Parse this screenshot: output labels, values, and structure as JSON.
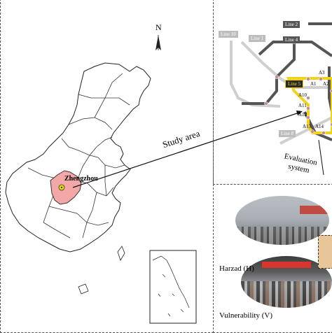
{
  "map": {
    "north_label": "N",
    "city_label": "Zhengzhou",
    "study_area_label": "Study area"
  },
  "metro": {
    "lines": [
      {
        "label": "Line 10",
        "style": "light"
      },
      {
        "label": "Line 1",
        "style": "light"
      },
      {
        "label": "Line 2",
        "style": "dark"
      },
      {
        "label": "Line 4",
        "style": "dark"
      },
      {
        "label": "Line 5",
        "style": "yellow"
      },
      {
        "label": "Line 8",
        "style": "light"
      }
    ],
    "stations": [
      "A1",
      "A2",
      "A3",
      "A10",
      "A11",
      "A12",
      "A14",
      "A13"
    ],
    "colors": {
      "dark_line": "#555555",
      "light_line": "#cfcfcf",
      "loop_line": "#f2d21a",
      "station": "#c58a8a"
    }
  },
  "evaluation": {
    "line1": "Evaluation",
    "line2": "system"
  },
  "factors": {
    "hazard": "Harzad (H)",
    "vulnerability": "Vulnerability (V)"
  },
  "colors": {
    "province_fill": "#f4a7a7",
    "city_marker": "#e8e000"
  }
}
